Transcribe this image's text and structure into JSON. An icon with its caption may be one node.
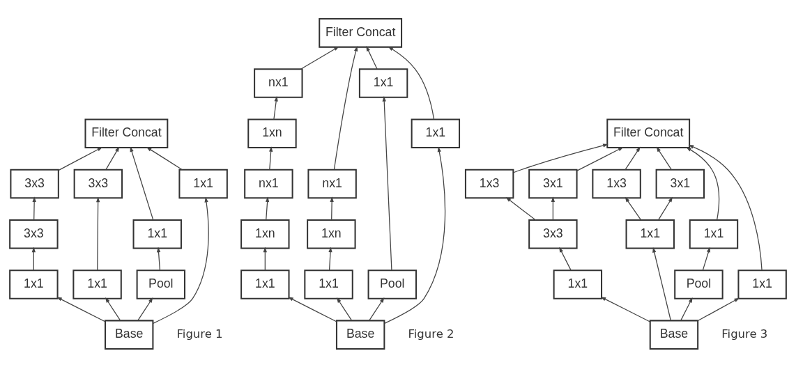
{
  "diagram": {
    "nodes": [
      {
        "text": [
          "Filter Concat"
        ]
      },
      {
        "text": [
          "3x3"
        ]
      },
      {
        "text": [
          "3x3"
        ]
      },
      {
        "text": [
          "3x3"
        ]
      },
      {
        "text": [
          "1x1"
        ]
      },
      {
        "text": [
          "1x1"
        ]
      },
      {
        "text": [
          "1x1"
        ]
      },
      {
        "text": [
          "Pool"
        ]
      },
      {
        "text": [
          "1x1"
        ]
      },
      {
        "text": [
          "Base"
        ]
      },
      {
        "text": [
          "Filter Concat"
        ]
      },
      {
        "text": [
          "nx1"
        ]
      },
      {
        "text": [
          "1xn"
        ]
      },
      {
        "text": [
          "nx1"
        ]
      },
      {
        "text": [
          "nx1"
        ]
      },
      {
        "text": [
          "1xn"
        ]
      },
      {
        "text": [
          "1xn"
        ]
      },
      {
        "text": [
          "1x1"
        ]
      },
      {
        "text": [
          "1x1"
        ]
      },
      {
        "text": [
          "1x1"
        ]
      },
      {
        "text": [
          "Pool"
        ]
      },
      {
        "text": [
          "1x1"
        ]
      },
      {
        "text": [
          "Base"
        ]
      },
      {
        "text": [
          "Filter Concat"
        ]
      },
      {
        "text": [
          "1x3"
        ]
      },
      {
        "text": [
          "3x1"
        ]
      },
      {
        "text": [
          "3x3"
        ]
      },
      {
        "text": [
          "1x3"
        ]
      },
      {
        "text": [
          "3x1"
        ]
      },
      {
        "text": [
          "1x1"
        ]
      },
      {
        "text": [
          "1x1"
        ]
      },
      {
        "text": [
          "1x1"
        ]
      },
      {
        "text": [
          "Pool"
        ]
      },
      {
        "text": [
          "1x1"
        ]
      },
      {
        "text": [
          "Base"
        ]
      }
    ],
    "edges": [
      {
        "from": 9,
        "to": 5,
        "arrow": "to"
      },
      {
        "from": 9,
        "to": 6,
        "arrow": "to"
      },
      {
        "from": 9,
        "to": 7,
        "arrow": "to"
      },
      {
        "from": 9,
        "to": 8,
        "arrow": "to"
      },
      {
        "from": 5,
        "to": 2,
        "arrow": "to"
      },
      {
        "from": 2,
        "to": 1,
        "arrow": "to"
      },
      {
        "from": 6,
        "to": 3,
        "arrow": "to"
      },
      {
        "from": 7,
        "to": 4,
        "arrow": "to"
      },
      {
        "from": 1,
        "to": 0,
        "arrow": "to"
      },
      {
        "from": 3,
        "to": 0,
        "arrow": "to"
      },
      {
        "from": 4,
        "to": 0,
        "arrow": "to"
      },
      {
        "from": 8,
        "to": 0,
        "arrow": "to"
      },
      {
        "from": 22,
        "to": 18,
        "arrow": "to"
      },
      {
        "from": 22,
        "to": 19,
        "arrow": "to"
      },
      {
        "from": 22,
        "to": 20,
        "arrow": "to"
      },
      {
        "from": 22,
        "to": 21,
        "arrow": "to"
      },
      {
        "from": 18,
        "to": 15,
        "arrow": "to"
      },
      {
        "from": 15,
        "to": 13,
        "arrow": "to"
      },
      {
        "from": 13,
        "to": 12,
        "arrow": "to"
      },
      {
        "from": 12,
        "to": 11,
        "arrow": "to"
      },
      {
        "from": 19,
        "to": 16,
        "arrow": "to"
      },
      {
        "from": 16,
        "to": 14,
        "arrow": "to"
      },
      {
        "from": 20,
        "to": 17,
        "arrow": "to"
      },
      {
        "from": 11,
        "to": 10,
        "arrow": "to"
      },
      {
        "from": 14,
        "to": 10,
        "arrow": "to"
      },
      {
        "from": 17,
        "to": 10,
        "arrow": "to"
      },
      {
        "from": 21,
        "to": 10,
        "arrow": "to"
      },
      {
        "from": 34,
        "to": 30,
        "arrow": "to"
      },
      {
        "from": 34,
        "to": 31,
        "arrow": "to"
      },
      {
        "from": 34,
        "to": 32,
        "arrow": "to"
      },
      {
        "from": 34,
        "to": 33,
        "arrow": "to"
      },
      {
        "from": 30,
        "to": 26,
        "arrow": "to"
      },
      {
        "from": 26,
        "to": 24,
        "arrow": "to"
      },
      {
        "from": 26,
        "to": 25,
        "arrow": "to"
      },
      {
        "from": 31,
        "to": 27,
        "arrow": "to"
      },
      {
        "from": 31,
        "to": 28,
        "arrow": "to"
      },
      {
        "from": 32,
        "to": 29,
        "arrow": "to"
      },
      {
        "from": 24,
        "to": 23,
        "arrow": "to"
      },
      {
        "from": 25,
        "to": 23,
        "arrow": "to"
      },
      {
        "from": 27,
        "to": 23,
        "arrow": "to"
      },
      {
        "from": 28,
        "to": 23,
        "arrow": "to"
      },
      {
        "from": 29,
        "to": 23,
        "arrow": "to"
      },
      {
        "from": 33,
        "to": 23,
        "arrow": "to"
      }
    ],
    "labels": [
      "Figure 1",
      "Figure 2",
      "Figure 3"
    ]
  }
}
